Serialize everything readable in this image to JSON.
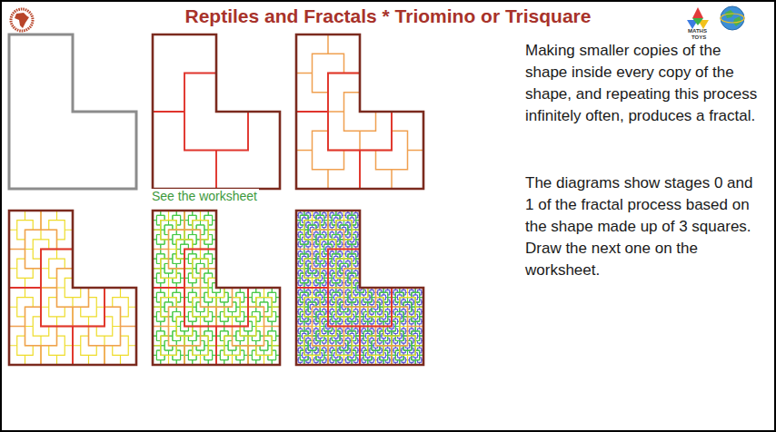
{
  "diagram": {
    "title": "Reptiles and Fractals * Triomino or Trisquare",
    "labels": [
      "See the worksheet",
      "Making smaller copies of the shape inside every copy of the shape, and repeating this process infinitely often, produces a fractal.",
      "The diagrams show stages 0 and 1 of the fractal process based on the shape made up of 3 squares. Draw the next one on the worksheet.",
      "MATHS",
      "TOYS"
    ]
  }
}
